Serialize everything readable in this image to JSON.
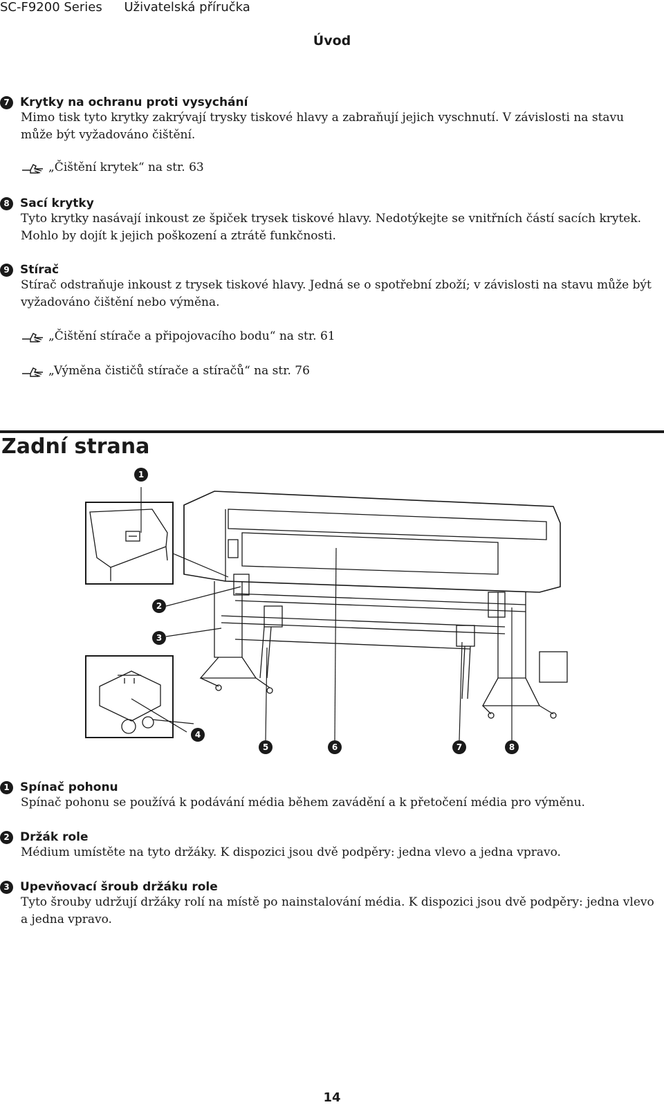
{
  "header": {
    "series": "SC-F9200 Series",
    "guide": "Uživatelská příručka"
  },
  "section_title": "Úvod",
  "top_items": [
    {
      "num": "7",
      "title": "Krytky na ochranu proti vysychání",
      "text": "Mimo tisk tyto krytky zakrývají trysky tiskové hlavy a zabraňují jejich vyschnutí. V závislosti na stavu může být vyžadováno čištění."
    },
    {
      "num": "8",
      "title": "Sací krytky",
      "text": "Tyto krytky nasávají inkoust ze špiček trysek tiskové hlavy. Nedotýkejte se vnitřních částí sacích krytek. Mohlo by dojít k jejich poškození a ztrátě funkčnosti."
    },
    {
      "num": "9",
      "title": "Stírač",
      "text": "Stírač odstraňuje inkoust z trysek tiskové hlavy. Jedná se o spotřební zboží; v závislosti na stavu může být vyžadováno čištění nebo výměna."
    }
  ],
  "refs": [
    "„Čištění krytek“ na str. 63",
    "„Čištění stírače a připojovacího bodu“ na str. 61",
    "„Výměna čističů stírače a stíračů“ na str. 76"
  ],
  "rear_title": "Zadní strana",
  "figure_callouts": [
    "1",
    "2",
    "3",
    "4",
    "5",
    "6",
    "7",
    "8"
  ],
  "rear_items": [
    {
      "num": "1",
      "title": "Spínač pohonu",
      "text": "Spínač pohonu se používá k podávání média během zavádění a k přetočení média pro výměnu."
    },
    {
      "num": "2",
      "title": "Držák role",
      "text": "Médium umístěte na tyto držáky. K dispozici jsou dvě podpěry: jedna vlevo a jedna vpravo."
    },
    {
      "num": "3",
      "title": "Upevňovací šroub držáku role",
      "text": "Tyto šrouby udržují držáky rolí na místě po nainstalování média. K dispozici jsou dvě podpěry: jedna vlevo a jedna vpravo."
    }
  ],
  "page_number": "14"
}
